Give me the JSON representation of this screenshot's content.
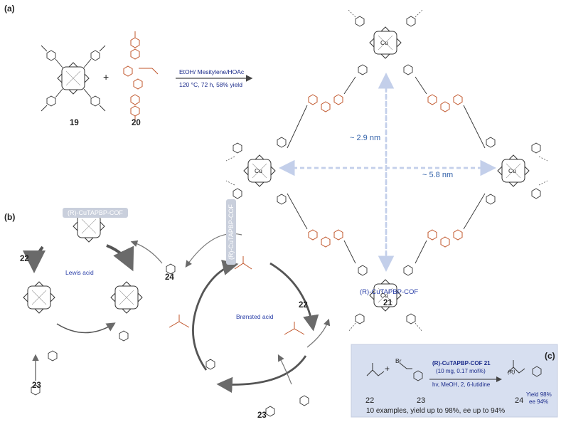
{
  "panels": {
    "a": "(a)",
    "b": "(b)",
    "c": "(c)"
  },
  "compounds": {
    "c19": "19",
    "c20": "20",
    "c21": "21",
    "c22": "22",
    "c23": "23",
    "c24": "24",
    "c22_b": "22",
    "c23_b": "23",
    "c22_c": "22",
    "c23_c": "23",
    "c24_c": "24"
  },
  "reaction_a": {
    "solvent": "EtOH/ Mesitylene/HOAc",
    "conditions": "120 °C, 72 h, 58% yield",
    "plus": "+"
  },
  "cof": {
    "name": "(R)-CuTAPBP-COF",
    "d1": "~ 2.9 nm",
    "d2": "~ 5.8 nm",
    "metal": "Cu"
  },
  "panel_b": {
    "tag_left": "(R)-CuTAPBP-COF",
    "tag_vertical": "(R)-CuTAPBP-COF",
    "lewis": "Lewis acid",
    "bronsted": "Brønsted acid"
  },
  "panel_c": {
    "catalyst": "(R)-CuTAPBP-COF 21",
    "loading": "(10 mg, 0.17 mol%)",
    "conditions": "hv, MeOH, 2, 6-lutidine",
    "yield": "Yield 98%",
    "ee": "ee 94%",
    "summary": "10 examples, yield up to 98%, ee up to 94%",
    "plus": "+",
    "br": "Br",
    "r_label": "(R)"
  },
  "colors": {
    "orange": "#c0552a",
    "blue": "#2a3fa8",
    "arrow": "#6a6a6a",
    "dashed": "#b8c6e6",
    "box": "#d7dff0"
  }
}
